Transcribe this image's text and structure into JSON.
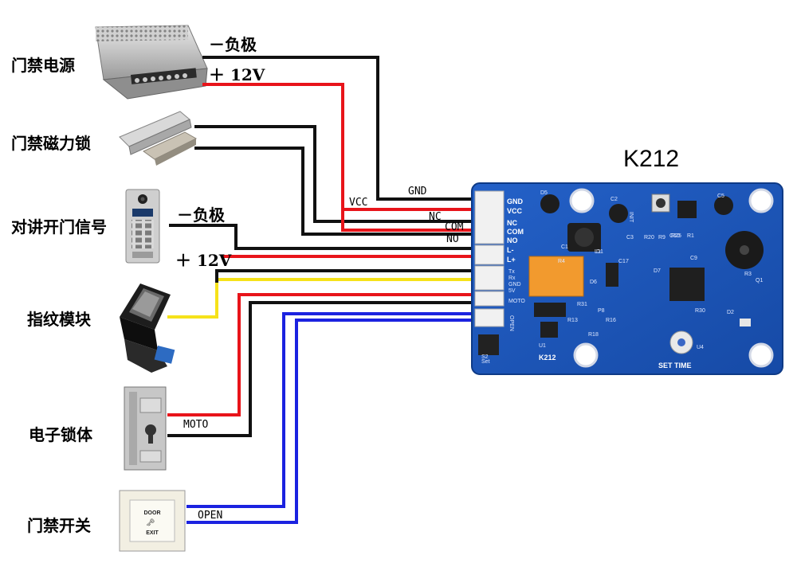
{
  "board": {
    "title": "K212",
    "pins": [
      "GND",
      "VCC",
      "NC",
      "COM",
      "NO",
      "L-",
      "L+",
      "Tx",
      "Rx",
      "GND",
      "5V",
      "MOTO",
      "OPEN"
    ],
    "marks": {
      "init": "INIT",
      "set": "Set",
      "set_time": "SET TIME",
      "model": "K212"
    },
    "ic_labels": [
      "D5",
      "C2",
      "C3",
      "C5",
      "D1",
      "R20",
      "R9",
      "C10",
      "C9",
      "C17",
      "D7",
      "L1",
      "D6",
      "R30",
      "R31",
      "R16",
      "R18",
      "D2",
      "R3",
      "Q1",
      "R13",
      "U1",
      "U4",
      "P8",
      "R4",
      "R25",
      "C1",
      "R1",
      "S2"
    ]
  },
  "devices": [
    {
      "id": "power",
      "label": "门禁电源"
    },
    {
      "id": "maglock",
      "label": "门禁磁力锁"
    },
    {
      "id": "intercom",
      "label": "对讲开门信号"
    },
    {
      "id": "fingerprint",
      "label": "指纹模块"
    },
    {
      "id": "lockbody",
      "label": "电子锁体"
    },
    {
      "id": "exit",
      "label": "门禁开关"
    }
  ],
  "polarity": {
    "power_neg": "－负极",
    "power_pos": "＋ 12V",
    "intercom_neg": "－负极",
    "intercom_pos": "＋ 12V"
  },
  "wires": {
    "gnd": "GND",
    "vcc": "VCC",
    "nc": "NC",
    "com": "COM",
    "no": "NO",
    "moto": "MOTO",
    "open": "OPEN"
  },
  "exit_button": {
    "line1": "DOOR",
    "line2": "EXIT"
  },
  "colors": {
    "wire_black": "#111111",
    "wire_red": "#e8141a",
    "wire_yellow": "#f6e21a",
    "wire_blue": "#1b22e0",
    "pcb": "#1a54b8"
  }
}
